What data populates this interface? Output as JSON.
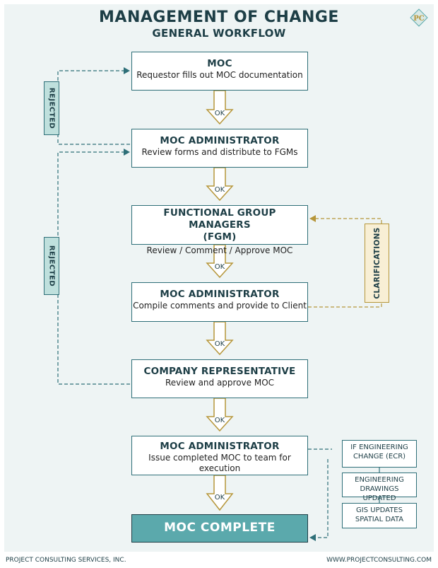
{
  "header": {
    "title": "MANAGEMENT OF CHANGE",
    "subtitle": "GENERAL WORKFLOW"
  },
  "steps": [
    {
      "title": "MOC",
      "desc": "Requestor fills out MOC documentation"
    },
    {
      "title": "MOC ADMINISTRATOR",
      "desc": "Review forms and distribute to FGMs"
    },
    {
      "title": "FUNCTIONAL GROUP MANAGERS",
      "title2": "(FGM)",
      "desc": "Review / Comment / Approve MOC"
    },
    {
      "title": "MOC ADMINISTRATOR",
      "desc": "Compile comments and provide to Client"
    },
    {
      "title": "COMPANY REPRESENTATIVE",
      "desc": "Review and approve MOC"
    },
    {
      "title": "MOC ADMINISTRATOR",
      "desc": "Issue completed MOC to team for execution"
    }
  ],
  "final": "MOC COMPLETE",
  "arrow_label": "OK",
  "rejected_label": "REJECTED",
  "clarifications_label": "CLARIFICATIONS",
  "side_boxes": [
    "IF ENGINEERING CHANGE (ECR)",
    "ENGINEERING DRAWINGS UPDATED",
    "GIS UPDATES SPATIAL DATA"
  ],
  "footer": {
    "left": "PROJECT CONSULTING SERVICES, INC.",
    "right": "WWW.PROJECTCONSULTING.COM"
  },
  "colors": {
    "teal": "#2e6f78",
    "teal_fill": "#5ba9ac",
    "gold": "#b6963a",
    "panel": "#eef4f4"
  }
}
